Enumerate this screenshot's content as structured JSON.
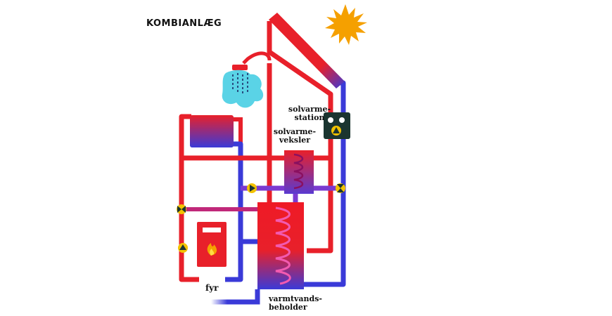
{
  "title": "KOMBIANLÆG",
  "labels": {
    "solar_station_line1": "solvarme-",
    "solar_station_line2": "station",
    "exchanger_line1": "solvarme-",
    "exchanger_line2": "veksler",
    "boiler": "fyr",
    "tank_line1": "varmtvands-",
    "tank_line2": "beholder"
  },
  "icons": {
    "sun": "sun-icon",
    "shower": "shower-icon",
    "flame": "flame-icon",
    "pump": "pump-icon",
    "valve": "valve-icon"
  },
  "colors": {
    "hot": "#e8202a",
    "cold": "#3a3ad8",
    "sun": "#f5a000",
    "shower": "#5ad3e6",
    "station": "#1b3530",
    "pump": "#f2c200",
    "label": "#111111"
  }
}
